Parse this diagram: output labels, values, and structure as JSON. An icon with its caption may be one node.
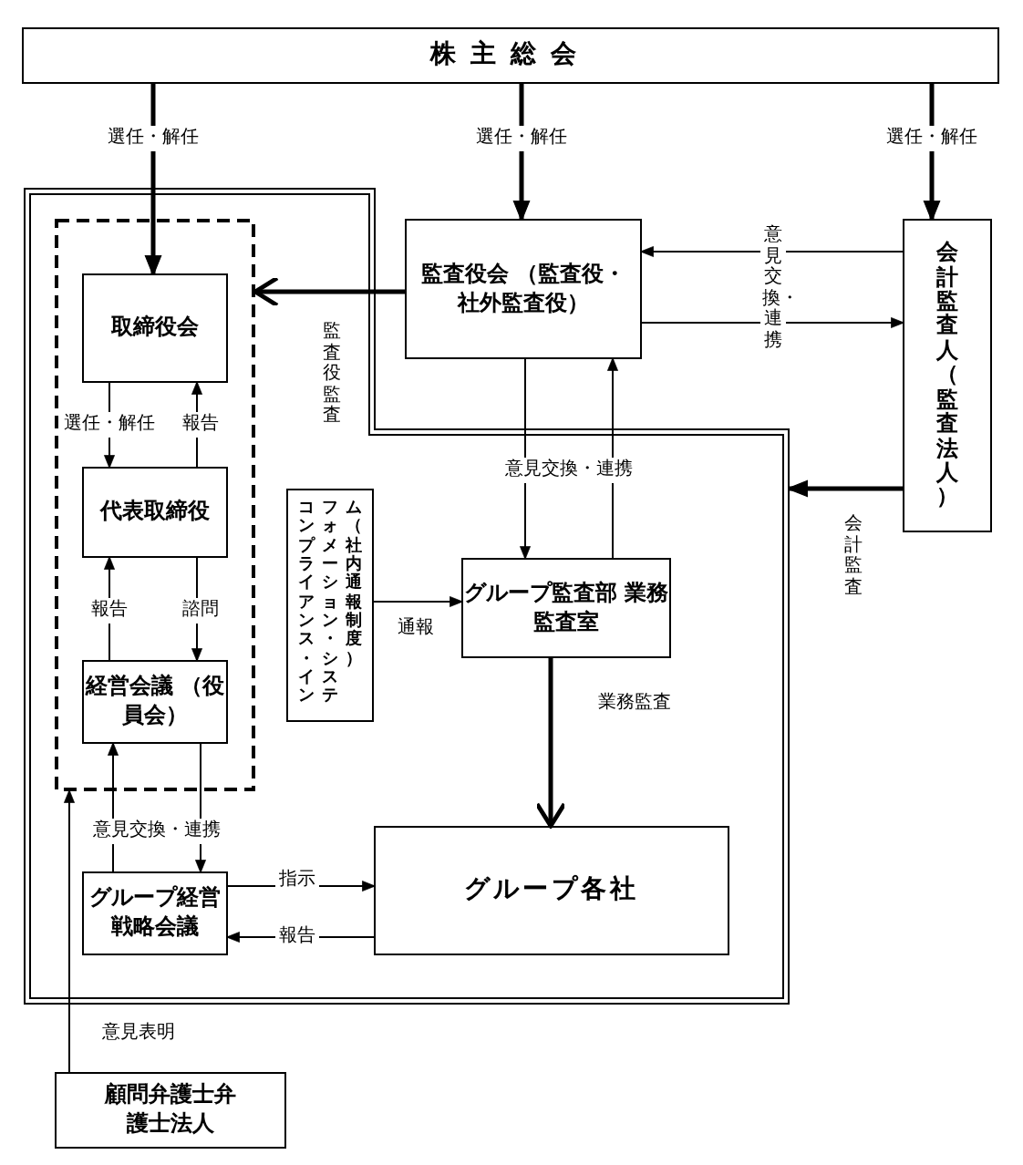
{
  "diagram": {
    "nodes": [
      {
        "text": [
          "株主総会"
        ]
      },
      {
        "text": [],
        "shape": "box"
      },
      {
        "text": [],
        "shape": "box",
        "in": 1
      },
      {
        "text": [
          "取締役会"
        ],
        "in": 2
      },
      {
        "text": [
          "代表取締役"
        ],
        "in": 2
      },
      {
        "text": [
          "経営会議 （役員会）"
        ],
        "in": 2
      },
      {
        "text": [
          "監査役会 （監査役・社外監査役）"
        ]
      },
      {
        "text": [
          "会計監査人（監査法人）"
        ]
      },
      {
        "text": [
          "コンプライアンス・インフォメーション・システム（社内通報制度）"
        ],
        "in": 1
      },
      {
        "text": [
          "グループ監査部 業務監査室"
        ],
        "in": 1
      },
      {
        "text": [
          "グループ各社"
        ],
        "in": 1
      },
      {
        "text": [
          "グループ経営戦略会議"
        ],
        "in": 1
      },
      {
        "text": [
          "顧問弁護士弁護士法人"
        ]
      }
    ],
    "edges": [
      {
        "from": 0,
        "to": 3,
        "arrow": "to",
        "label": "選任・解任",
        "style": "thick"
      },
      {
        "from": 0,
        "to": 6,
        "arrow": "to",
        "label": "選任・解任",
        "style": "thick"
      },
      {
        "from": 0,
        "to": 7,
        "arrow": "to",
        "label": "選任・解任",
        "style": "thick"
      },
      {
        "from": 6,
        "to": 2,
        "arrow": "to",
        "label": "監査役監査",
        "style": "thick"
      },
      {
        "from": 7,
        "to": 6,
        "arrow": "to",
        "label": "意見交換・連携"
      },
      {
        "from": 6,
        "to": 7,
        "arrow": "to"
      },
      {
        "from": 7,
        "to": 1,
        "arrow": "to",
        "label": "会計監査",
        "style": "thick"
      },
      {
        "from": 3,
        "to": 4,
        "arrow": "to",
        "label": "選任・解任"
      },
      {
        "from": 4,
        "to": 3,
        "arrow": "to",
        "label": "報告"
      },
      {
        "from": 5,
        "to": 4,
        "arrow": "to",
        "label": "報告"
      },
      {
        "from": 4,
        "to": 5,
        "arrow": "to",
        "label": "諮問"
      },
      {
        "from": 6,
        "to": 9,
        "arrow": "to",
        "label": "意見交換・連携"
      },
      {
        "from": 9,
        "to": 6,
        "arrow": "to"
      },
      {
        "from": 8,
        "to": 9,
        "arrow": "to",
        "label": "通報"
      },
      {
        "from": 9,
        "to": 10,
        "arrow": "to",
        "label": "業務監査",
        "style": "thick"
      },
      {
        "from": 11,
        "to": 5,
        "arrow": "to",
        "label": "意見交換・連携"
      },
      {
        "from": 5,
        "to": 11,
        "arrow": "to"
      },
      {
        "from": 11,
        "to": 10,
        "arrow": "to",
        "label": "指示"
      },
      {
        "from": 10,
        "to": 11,
        "arrow": "to",
        "label": "報告"
      },
      {
        "from": 12,
        "to": 2,
        "arrow": "to",
        "label": "意見表明"
      }
    ]
  }
}
